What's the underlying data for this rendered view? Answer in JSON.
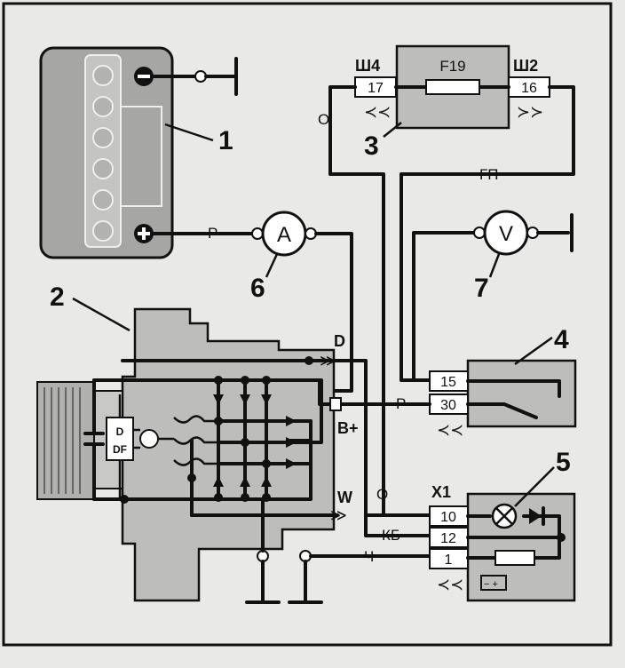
{
  "colors": {
    "background": "#e9e9e7",
    "component_fill": "#bdbdbb",
    "battery_fill": "#a6a6a4",
    "line": "#111111"
  },
  "callouts": {
    "battery": "1",
    "generator": "2",
    "fuse_block": "3",
    "ignition_switch": "4",
    "indicator_lamp": "5",
    "ammeter": "6",
    "voltmeter": "7"
  },
  "connectors": {
    "left": "Ш4",
    "right": "Ш2",
    "cluster": "X1"
  },
  "fuse": {
    "name": "F19",
    "pin_left": "17",
    "pin_right": "16"
  },
  "meters": {
    "ammeter": "A",
    "voltmeter": "V"
  },
  "battery": {
    "minus_icon": "minus-terminal-icon",
    "plus_icon": "plus-terminal-icon"
  },
  "generator": {
    "terminal_d": "D",
    "terminal_bplus": "B+",
    "terminal_w": "W",
    "regulator_d": "D",
    "regulator_df": "DF"
  },
  "switch": {
    "pin_top": "15",
    "pin_bottom": "30"
  },
  "cluster": {
    "pin_1": "10",
    "pin_2": "12",
    "pin_3": "1"
  },
  "wire_colors": {
    "fuse_left": "О",
    "fuse_right": "ГП",
    "battery_ammeter": "Р",
    "switch_30": "Р",
    "to_pin10": "О",
    "to_pin12": "КБ",
    "to_pin1": "Ч"
  }
}
